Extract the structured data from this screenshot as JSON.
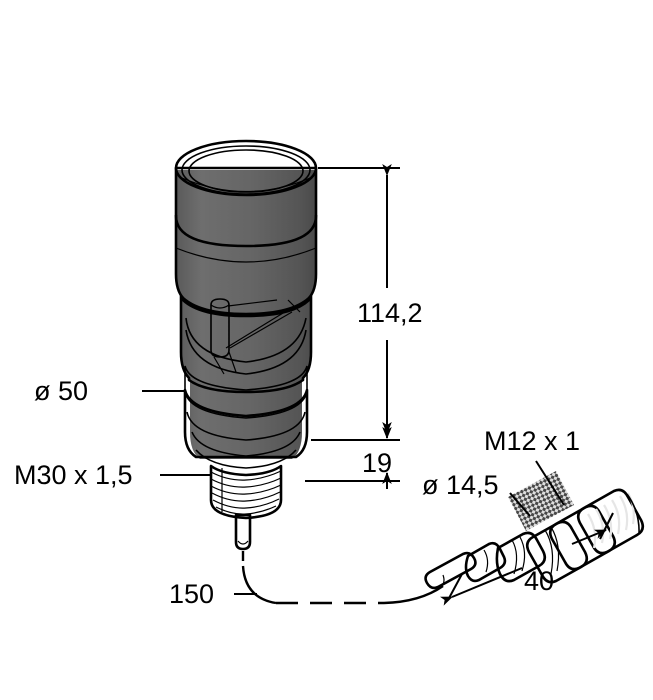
{
  "drawing": {
    "title": "Sensor dimensional drawing",
    "background_color": "#ffffff",
    "line_color": "#000000",
    "body_color": "#636363",
    "body_dark_color": "#3a3a3a",
    "body_mid_color": "#4f4f4f",
    "band_color": "#f2f2f2",
    "connector_color": "#5e5e5e",
    "connector_dark_color": "#1a1a1a"
  },
  "labels": {
    "overall_length": "114,2",
    "thread_length": "19",
    "body_diameter": "ø 50",
    "mounting_thread": "M30 x 1,5",
    "cable_length": "150",
    "connector_thread": "M12 x 1",
    "connector_diameter": "ø 14,5",
    "connector_length": "40"
  },
  "parts": {
    "sensor_body": "sensor-body",
    "indicator_band": "indicator-band",
    "mounting_thread": "m30-thread",
    "cable": "cable",
    "connector": "m12-connector"
  }
}
